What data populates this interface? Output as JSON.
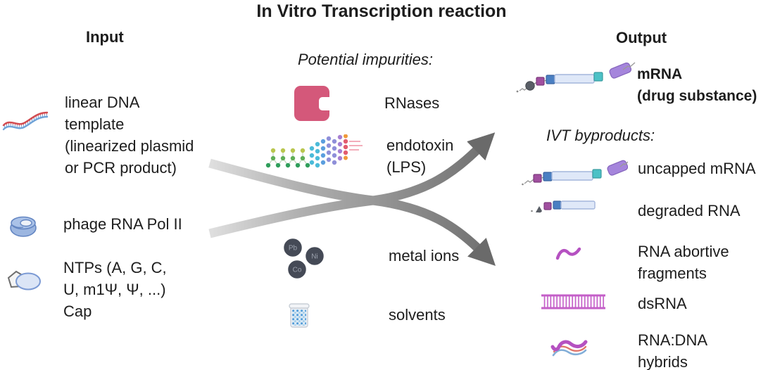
{
  "title": "In Vitro Transcription reaction",
  "input": {
    "header": "Input",
    "dna_template": {
      "icon": "dna-icon",
      "lines": [
        "linear DNA",
        "template",
        "(linearized plasmid",
        "or PCR product)"
      ]
    },
    "polymerase": {
      "icon": "polymerase-icon",
      "label": "phage RNA Pol II"
    },
    "ntps": {
      "icon": "ntps-cap-icon",
      "lines": [
        "NTPs (A, G, C,",
        "U, m1Ψ, Ψ, ...)",
        "Cap"
      ]
    }
  },
  "impurities": {
    "header": "Potential impurities:",
    "rnases": {
      "icon": "rnase-icon",
      "label": "RNases"
    },
    "endotoxin": {
      "icon": "endotoxin-lps-icon",
      "lines": [
        "endotoxin",
        "(LPS)"
      ]
    },
    "metal_ions": {
      "icon": "metal-ions-icon",
      "label": "metal ions",
      "elements": [
        "Pb",
        "Ni",
        "Co"
      ]
    },
    "solvents": {
      "icon": "solvent-beaker-icon",
      "label": "solvents"
    }
  },
  "output": {
    "header": "Output",
    "mrna": {
      "icon": "capped-mrna-icon",
      "lines": [
        "mRNA",
        "(drug substance)"
      ]
    },
    "byproducts_header": "IVT byproducts:",
    "byproducts": [
      {
        "icon": "uncapped-mrna-icon",
        "lines": [
          "uncapped mRNA"
        ]
      },
      {
        "icon": "degraded-rna-icon",
        "lines": [
          "degraded RNA"
        ]
      },
      {
        "icon": "rna-abortive-fragments-icon",
        "lines": [
          "RNA abortive",
          "fragments"
        ]
      },
      {
        "icon": "dsrna-icon",
        "lines": [
          "dsRNA"
        ]
      },
      {
        "icon": "rna-dna-hybrids-icon",
        "lines": [
          "RNA:DNA",
          "hybrids"
        ]
      }
    ]
  },
  "colors": {
    "rnase_pink": "#d4587a",
    "arrow_dark_gray": "#6a6a6a",
    "arrow_light_gray": "#dcdcdc",
    "rna_magenta": "#b551c1",
    "mrna_body_lightblue": "#dfe8f8",
    "mrna_utr_blue": "#4a7fc2",
    "mrna_utr_teal": "#4cc1c6",
    "mrna_polya_purple": "#a585dc",
    "mrna_cap_gray": "#595e66",
    "metal_circle_slate": "#454a56",
    "dna_red": "#d14b50",
    "dna_blue": "#6fa3d8"
  }
}
